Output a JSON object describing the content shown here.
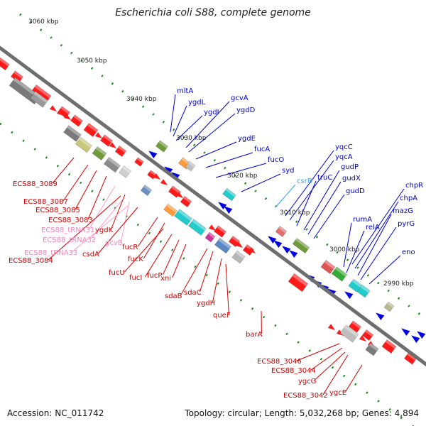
{
  "title": "Escherichia coli S88, complete genome",
  "footer": {
    "accession": "Accession: NC_011742",
    "summary": "Topology: circular; Length: 5,032,268 bp; Genes: 4,894"
  },
  "colors": {
    "forward_cds": "#ff0000",
    "reverse_cds": "#0000e6",
    "gene_line_forward": "#d40000",
    "gene_line_reverse": "#0000cc",
    "trna": "#ff9ec8",
    "srna": "#33aaee",
    "backbone": "#6e6e6e",
    "tick": "#1a8c1a"
  },
  "kbp_ticks": [
    "3060 kbp",
    "3050 kbp",
    "3040 kbp",
    "3030 kbp",
    "3020 kbp",
    "3010 kbp",
    "3000 kbp",
    "2990 kbp"
  ],
  "reverse_labels": [
    {
      "text": "mltA"
    },
    {
      "text": "ygdL"
    },
    {
      "text": "ygdI"
    },
    {
      "text": "gcvA"
    },
    {
      "text": "ygdD"
    },
    {
      "text": "ygdE"
    },
    {
      "text": "fucA"
    },
    {
      "text": "fucO"
    },
    {
      "text": "syd"
    },
    {
      "text": "csrB"
    },
    {
      "text": "yqcC"
    },
    {
      "text": "yqcA"
    },
    {
      "text": "truC"
    },
    {
      "text": "gudP"
    },
    {
      "text": "gudX"
    },
    {
      "text": "gudD"
    },
    {
      "text": "chpR"
    },
    {
      "text": "chpA"
    },
    {
      "text": "rumA"
    },
    {
      "text": "relA"
    },
    {
      "text": "mazG"
    },
    {
      "text": "pyrG"
    },
    {
      "text": "eno"
    }
  ],
  "forward_labels": [
    {
      "text": "ECS88_3089"
    },
    {
      "text": "ECS88_3087"
    },
    {
      "text": "ECS88_3085"
    },
    {
      "text": "ECS88_3083"
    },
    {
      "text": "ECS88_tRNA31"
    },
    {
      "text": "ygdK"
    },
    {
      "text": "ECS88_tRNA32"
    },
    {
      "text": "gcvB"
    },
    {
      "text": "ECS88_tRNA33"
    },
    {
      "text": "csdA"
    },
    {
      "text": "ECS88_3084"
    },
    {
      "text": "fucR"
    },
    {
      "text": "fucK"
    },
    {
      "text": "fucU"
    },
    {
      "text": "fucI"
    },
    {
      "text": "fucP"
    },
    {
      "text": "xni"
    },
    {
      "text": "sdaB"
    },
    {
      "text": "sdaC"
    },
    {
      "text": "ygdH"
    },
    {
      "text": "queF"
    },
    {
      "text": "barA"
    },
    {
      "text": "ECS88_3046"
    },
    {
      "text": "ECS88_3044"
    },
    {
      "text": "ygcG"
    },
    {
      "text": "ECS88_3042"
    },
    {
      "text": "ygcE"
    }
  ]
}
